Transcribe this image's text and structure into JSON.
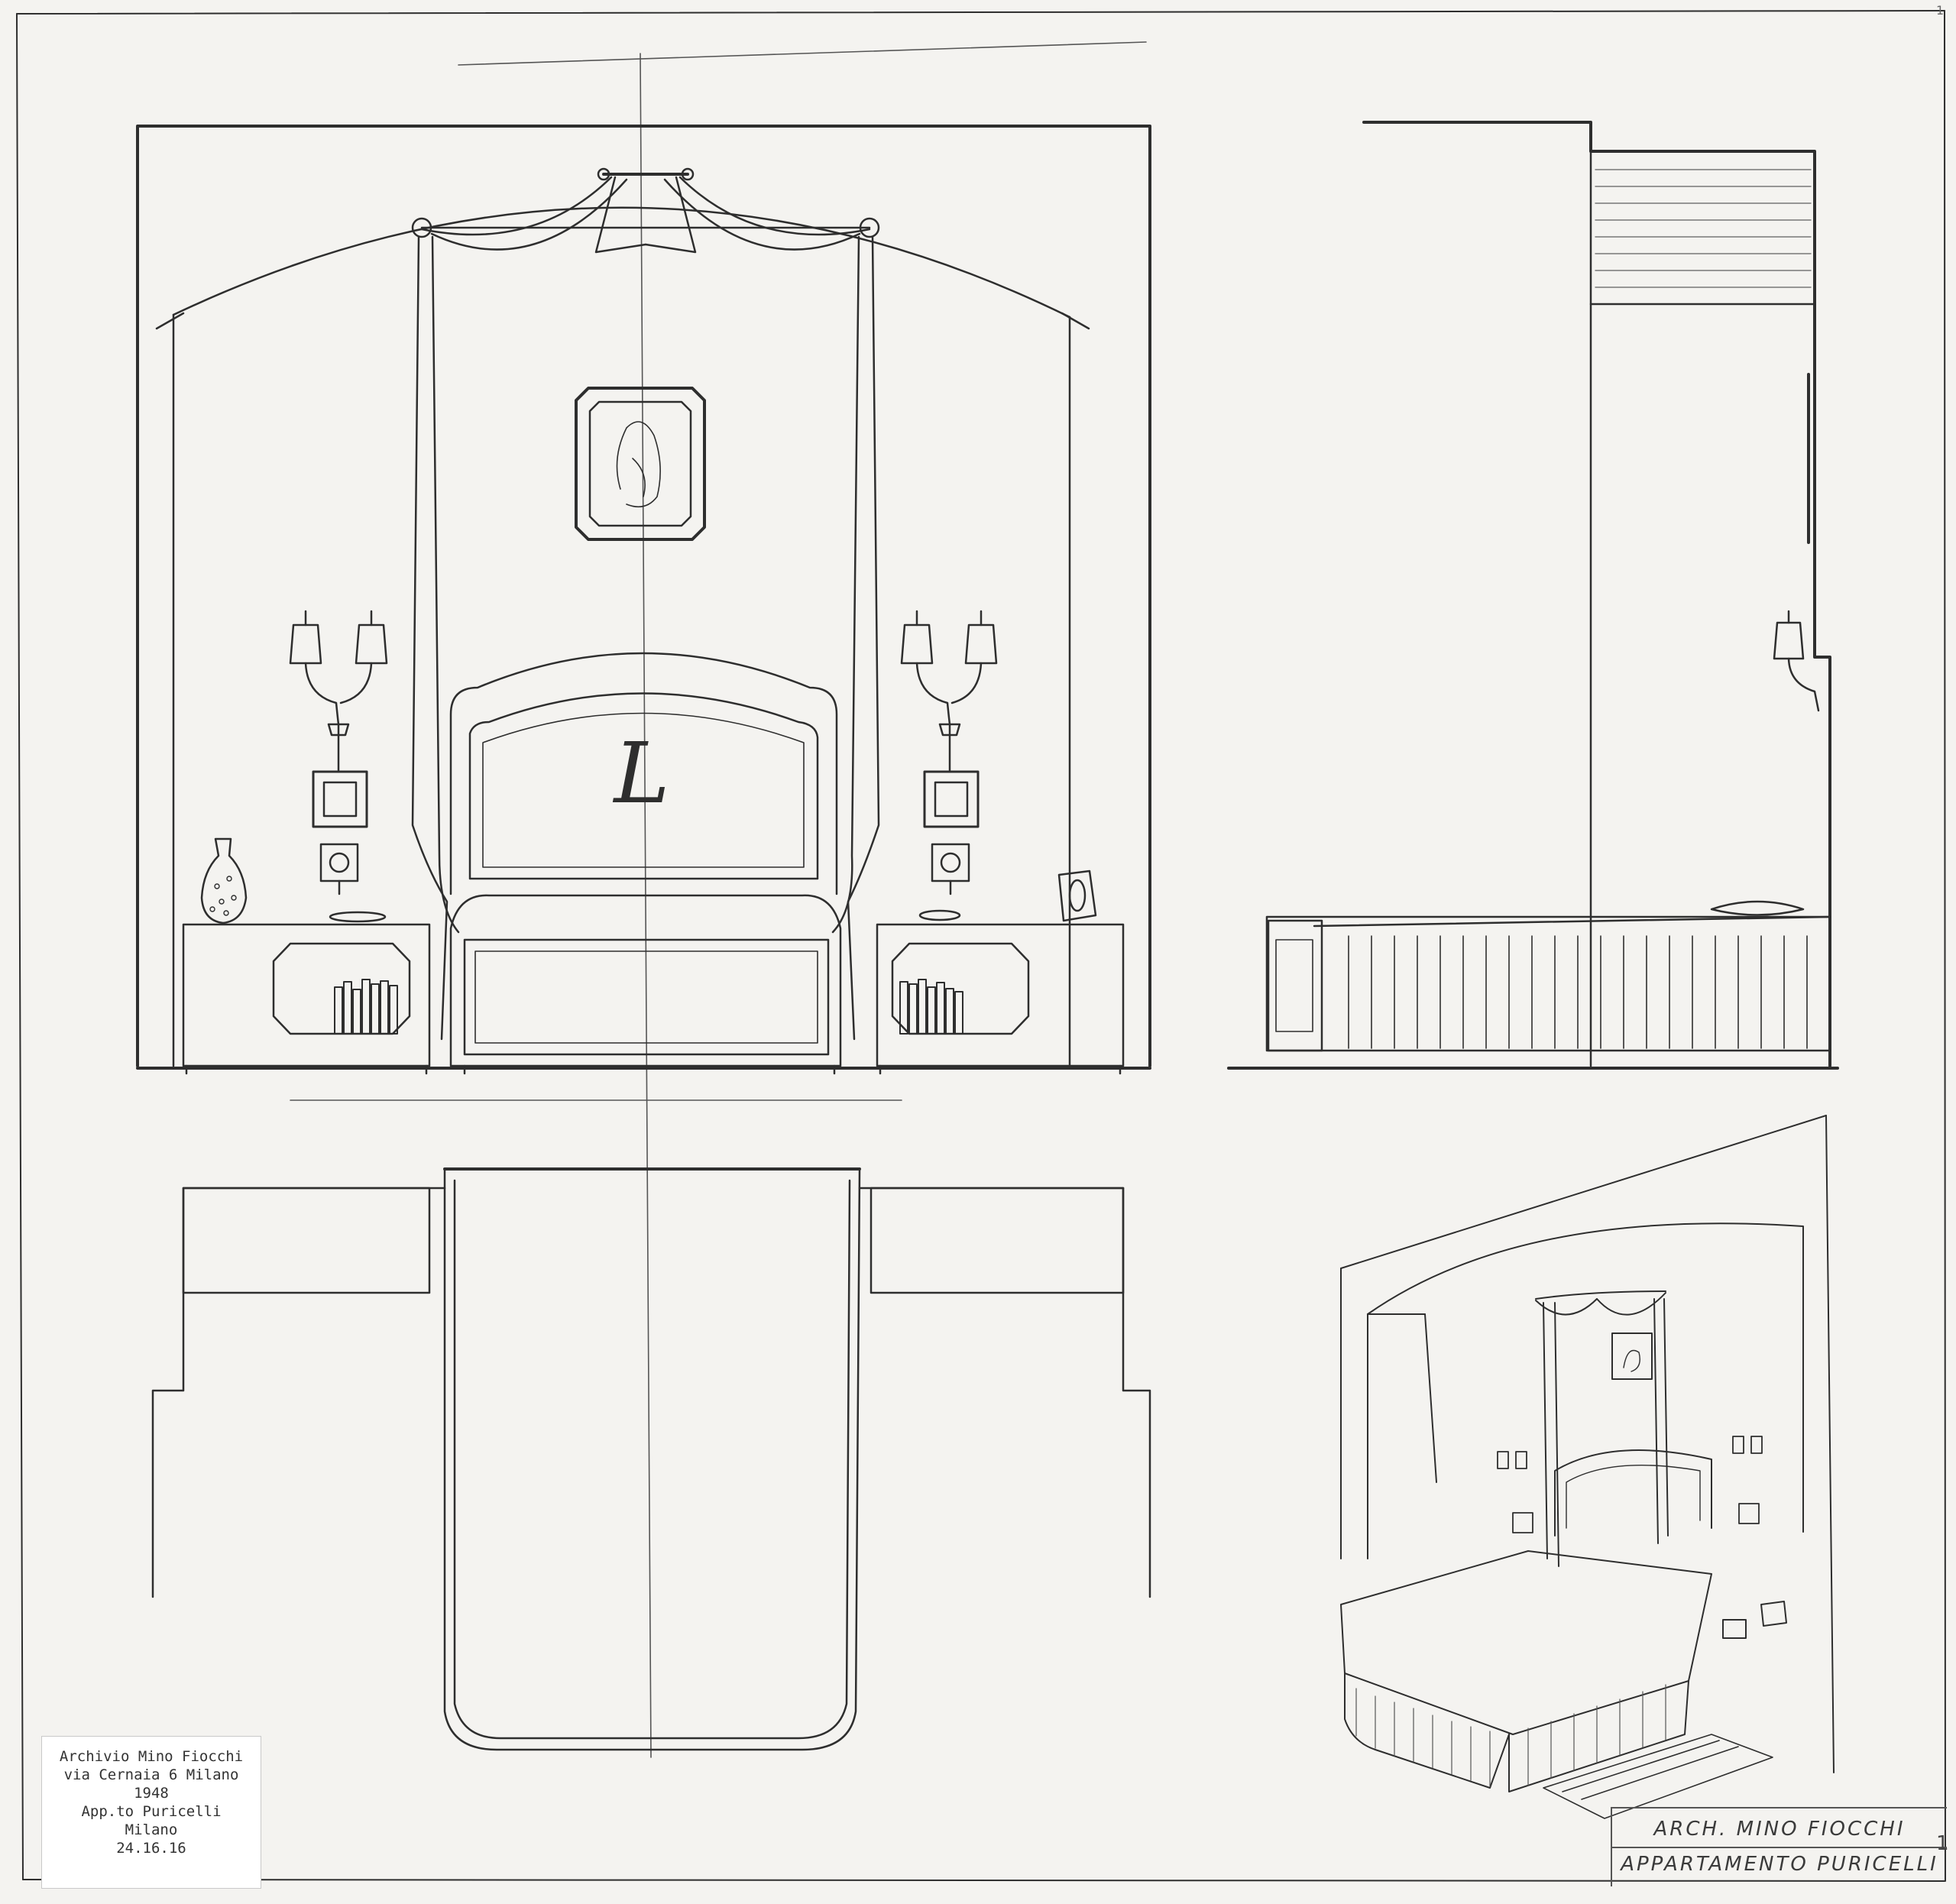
{
  "archive_label": {
    "line1": "Archivio Mino Fiocchi",
    "line2": "via Cernaia 6 Milano",
    "line3": "1948",
    "line4": "App.to Puricelli",
    "line5": "Milano",
    "line6": "24.16.16"
  },
  "title_block": {
    "architect": "ARCH. MINO FIOCCHI",
    "project": "APPARTAMENTO PURICELLI"
  },
  "bed_monogram": "L",
  "corner_mark_bottom": "1",
  "corner_mark_top": "1",
  "colors": {
    "paper": "#f4f3f0",
    "pencil": "#2e2e2e"
  }
}
